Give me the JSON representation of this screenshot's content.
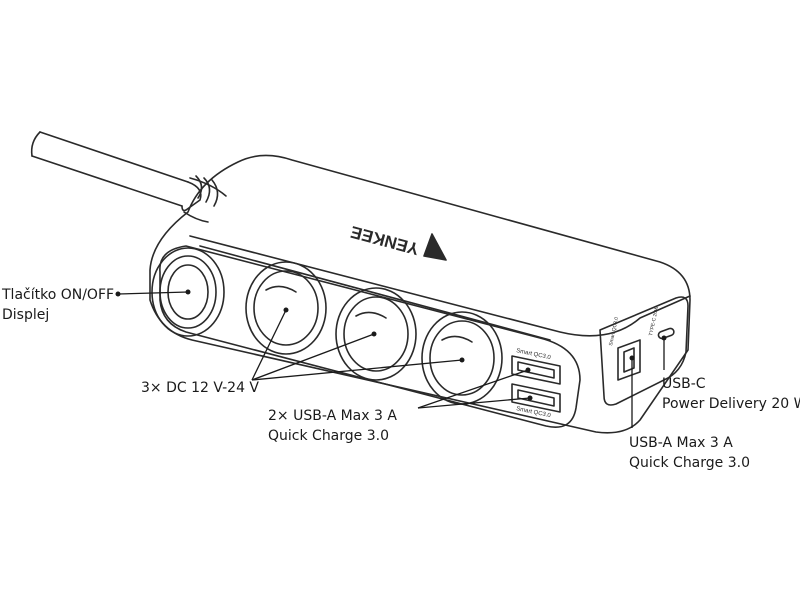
{
  "brand": {
    "logo_text": "YENKEE"
  },
  "port_labels": {
    "usb_top": "Smart QC3.0",
    "usb_bottom": "Smart QC3.0",
    "side_usb": "Smart QC3.0",
    "side_typec": "TYPE-C 20W"
  },
  "callouts": {
    "button": {
      "line1": "Tlačítko ON/OFF",
      "line2": "Displej"
    },
    "dc": {
      "line1": "3× DC 12 V-24 V"
    },
    "usba_dual": {
      "line1": "2× USB-A Max 3 A",
      "line2": "Quick Charge 3.0"
    },
    "usbc": {
      "line1": "USB-C",
      "line2": "Power Delivery 20 W"
    },
    "usba_side": {
      "line1": "USB-A Max 3 A",
      "line2": "Quick Charge 3.0"
    }
  },
  "colors": {
    "line": "#2a2a2a",
    "background": "#ffffff"
  }
}
